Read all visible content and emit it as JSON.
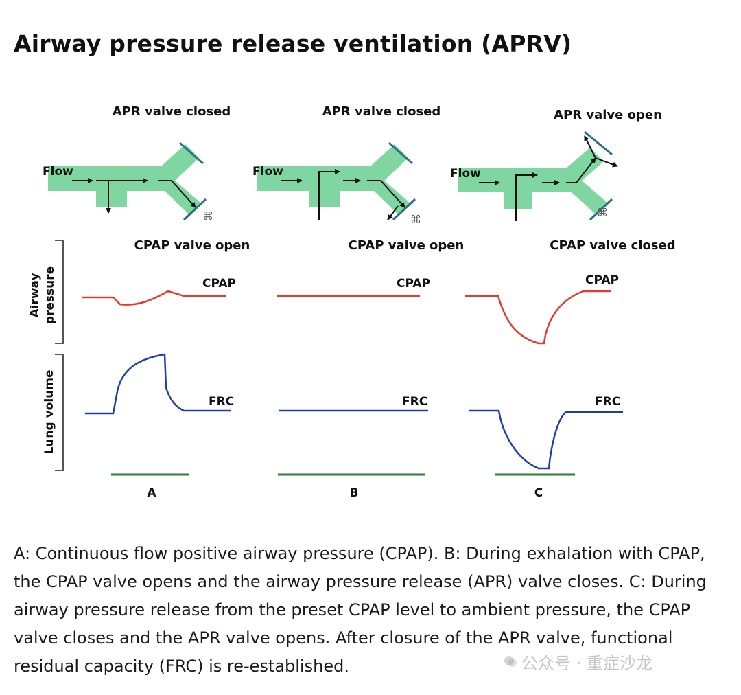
{
  "title": "Airway pressure release ventilation (APRV)",
  "diagram": {
    "panels": [
      {
        "id": "A",
        "apr_valve": "APR valve closed",
        "cpap_valve": "CPAP valve open",
        "flow": "Flow",
        "pressure_label": "CPAP",
        "volume_label": "FRC",
        "panel_label": "A"
      },
      {
        "id": "B",
        "apr_valve": "APR valve closed",
        "cpap_valve": "CPAP valve open",
        "flow": "Flow",
        "pressure_label": "CPAP",
        "volume_label": "FRC",
        "panel_label": "B"
      },
      {
        "id": "C",
        "apr_valve": "APR valve open",
        "cpap_valve": "CPAP valve closed",
        "flow": "Flow",
        "pressure_label": "CPAP",
        "volume_label": "FRC",
        "panel_label": "C"
      }
    ],
    "y_axis_pressure": [
      "Airway",
      "pressure"
    ],
    "y_axis_volume": "Lung volume",
    "colors": {
      "tube": "#7fd6a0",
      "pressure": "#e53a2e",
      "volume": "#1f3fa8",
      "time": "#2e7d32",
      "valve": "#2a6f88"
    }
  },
  "caption": "A: Continuous flow positive airway pressure (CPAP). B: During exhalation with CPAP, the CPAP valve opens and the airway pressure release (APR) valve closes. C: During airway pressure release from the preset CPAP level to ambient pressure, the CPAP valve closes and the APR valve opens. After closure of the APR valve, functional residual capacity (FRC) is re-established.",
  "watermark": "公众号 · 重症沙龙"
}
